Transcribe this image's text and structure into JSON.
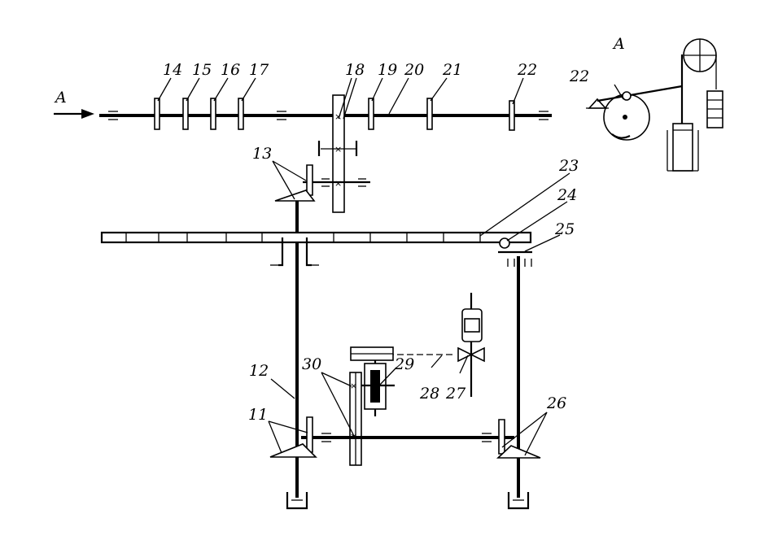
{
  "view_arrow": {
    "label": "A"
  },
  "section_view": {
    "label": "A",
    "cam_label": "22"
  },
  "labels": {
    "l14": "14",
    "l15": "15",
    "l16": "16",
    "l17": "17",
    "l18": "18",
    "l19": "19",
    "l20": "20",
    "l21": "21",
    "l22": "22",
    "l13": "13",
    "l23": "23",
    "l24": "24",
    "l25": "25",
    "l12": "12",
    "l30": "30",
    "l29": "29",
    "l28": "28",
    "l27": "27",
    "l11": "11",
    "l26": "26"
  }
}
